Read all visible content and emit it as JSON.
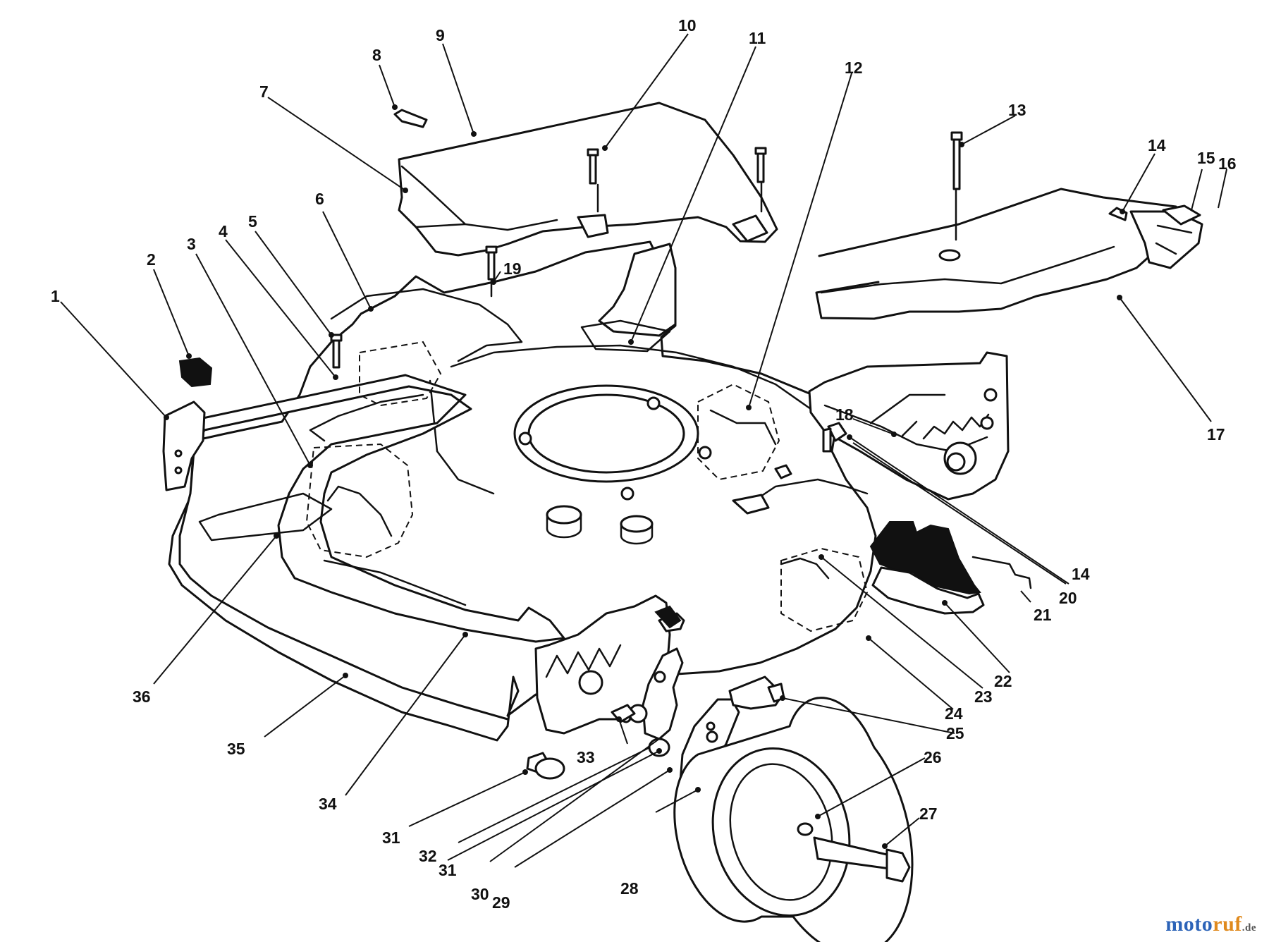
{
  "callouts": [
    {
      "id": "1",
      "label": "1"
    },
    {
      "id": "2",
      "label": "2"
    },
    {
      "id": "3",
      "label": "3"
    },
    {
      "id": "4",
      "label": "4"
    },
    {
      "id": "5",
      "label": "5"
    },
    {
      "id": "6",
      "label": "6"
    },
    {
      "id": "7",
      "label": "7"
    },
    {
      "id": "8",
      "label": "8"
    },
    {
      "id": "9",
      "label": "9"
    },
    {
      "id": "10",
      "label": "10"
    },
    {
      "id": "11",
      "label": "11"
    },
    {
      "id": "12",
      "label": "12"
    },
    {
      "id": "13",
      "label": "13"
    },
    {
      "id": "14a",
      "label": "14"
    },
    {
      "id": "15",
      "label": "15"
    },
    {
      "id": "16",
      "label": "16"
    },
    {
      "id": "17",
      "label": "17"
    },
    {
      "id": "18",
      "label": "18"
    },
    {
      "id": "19",
      "label": "19"
    },
    {
      "id": "20",
      "label": "20"
    },
    {
      "id": "21",
      "label": "21"
    },
    {
      "id": "22",
      "label": "22"
    },
    {
      "id": "23",
      "label": "23"
    },
    {
      "id": "24",
      "label": "24"
    },
    {
      "id": "25",
      "label": "25"
    },
    {
      "id": "26",
      "label": "26"
    },
    {
      "id": "27",
      "label": "27"
    },
    {
      "id": "28",
      "label": "28"
    },
    {
      "id": "29",
      "label": "29"
    },
    {
      "id": "30",
      "label": "30"
    },
    {
      "id": "31a",
      "label": "31"
    },
    {
      "id": "31b",
      "label": "31"
    },
    {
      "id": "32",
      "label": "32"
    },
    {
      "id": "33",
      "label": "33"
    },
    {
      "id": "34",
      "label": "34"
    },
    {
      "id": "35",
      "label": "35"
    },
    {
      "id": "36",
      "label": "36"
    },
    {
      "id": "14b",
      "label": "14"
    }
  ],
  "watermark": {
    "part1": "moto",
    "part2": "ruf",
    "part3": ".de"
  }
}
